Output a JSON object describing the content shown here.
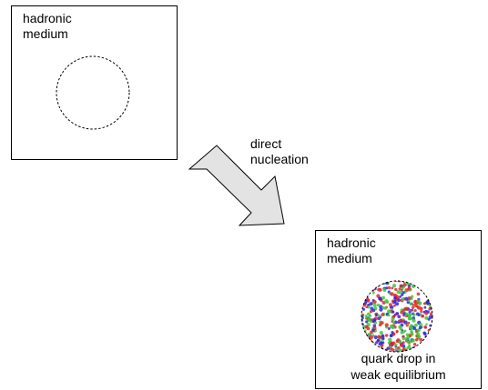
{
  "top_panel": {
    "label": "hadronic\nmedium"
  },
  "arrow": {
    "label": "direct\nnucleation"
  },
  "bottom_panel": {
    "label": "hadronic\nmedium",
    "caption": "quark drop in\nweak equilibrium"
  },
  "colors": {
    "arrow_fill": "#e3e3e3",
    "quark_red": "#e8282a",
    "quark_green": "#3ec93a",
    "quark_blue": "#2a2ae0",
    "stroke": "#000000"
  }
}
